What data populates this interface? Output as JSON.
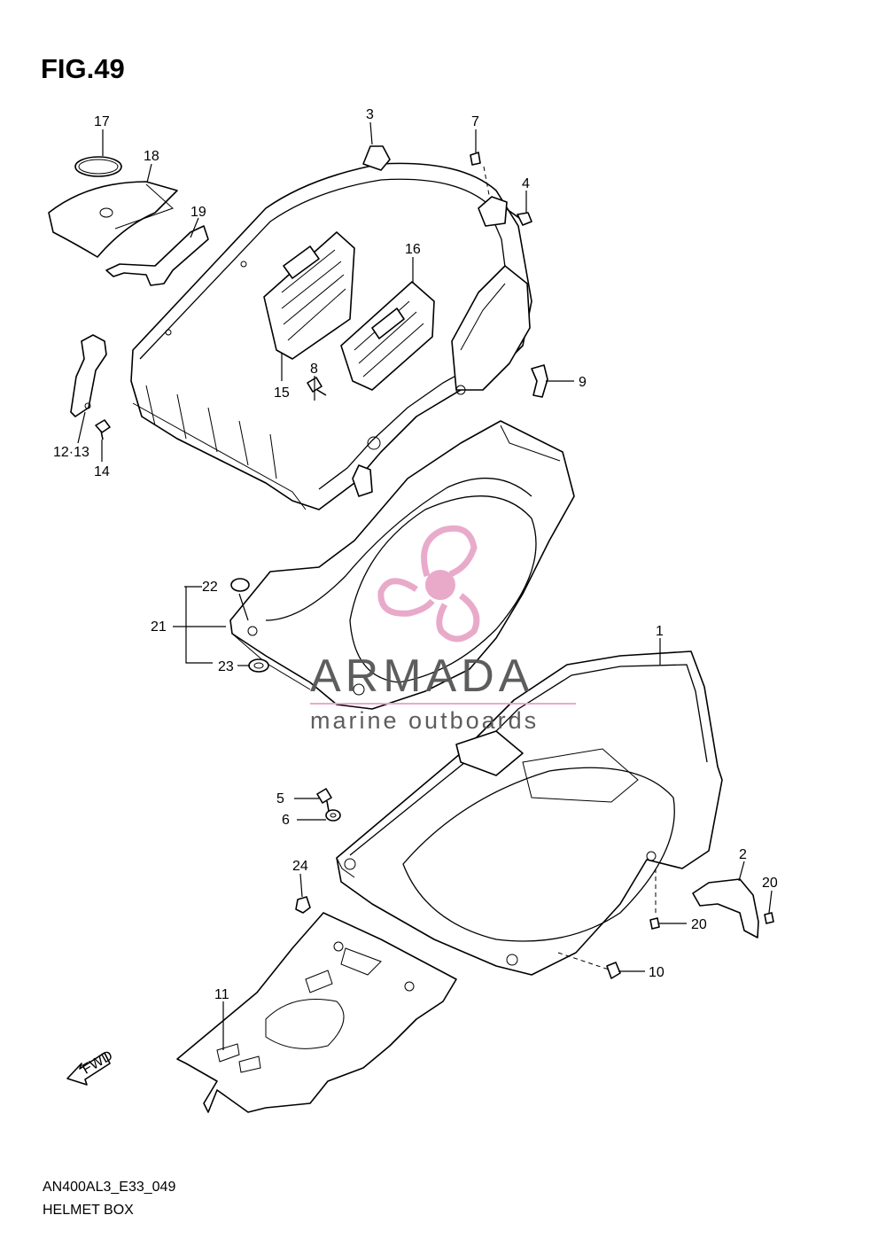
{
  "figure": {
    "title": "FIG.49",
    "drawing_code": "AN400AL3_E33_049",
    "drawing_name": "HELMET BOX"
  },
  "watermark": {
    "brand": "ARMADA",
    "tagline": "marine outboards",
    "logo_color": "#e8a6c8",
    "text_color": "#555555",
    "rule_color": "#e8a6c8"
  },
  "fwd_arrow": {
    "label": "FWD"
  },
  "callouts": {
    "c1": "1",
    "c2": "2",
    "c3": "3",
    "c4": "4",
    "c5": "5",
    "c6": "6",
    "c7": "7",
    "c8": "8",
    "c9": "9",
    "c10": "10",
    "c11": "11",
    "c12_13": "12·13",
    "c14": "14",
    "c15": "15",
    "c16": "16",
    "c17": "17",
    "c18": "18",
    "c19": "19",
    "c20a": "20",
    "c20b": "20",
    "c21": "21",
    "c22": "22",
    "c23": "23",
    "c24": "24"
  }
}
